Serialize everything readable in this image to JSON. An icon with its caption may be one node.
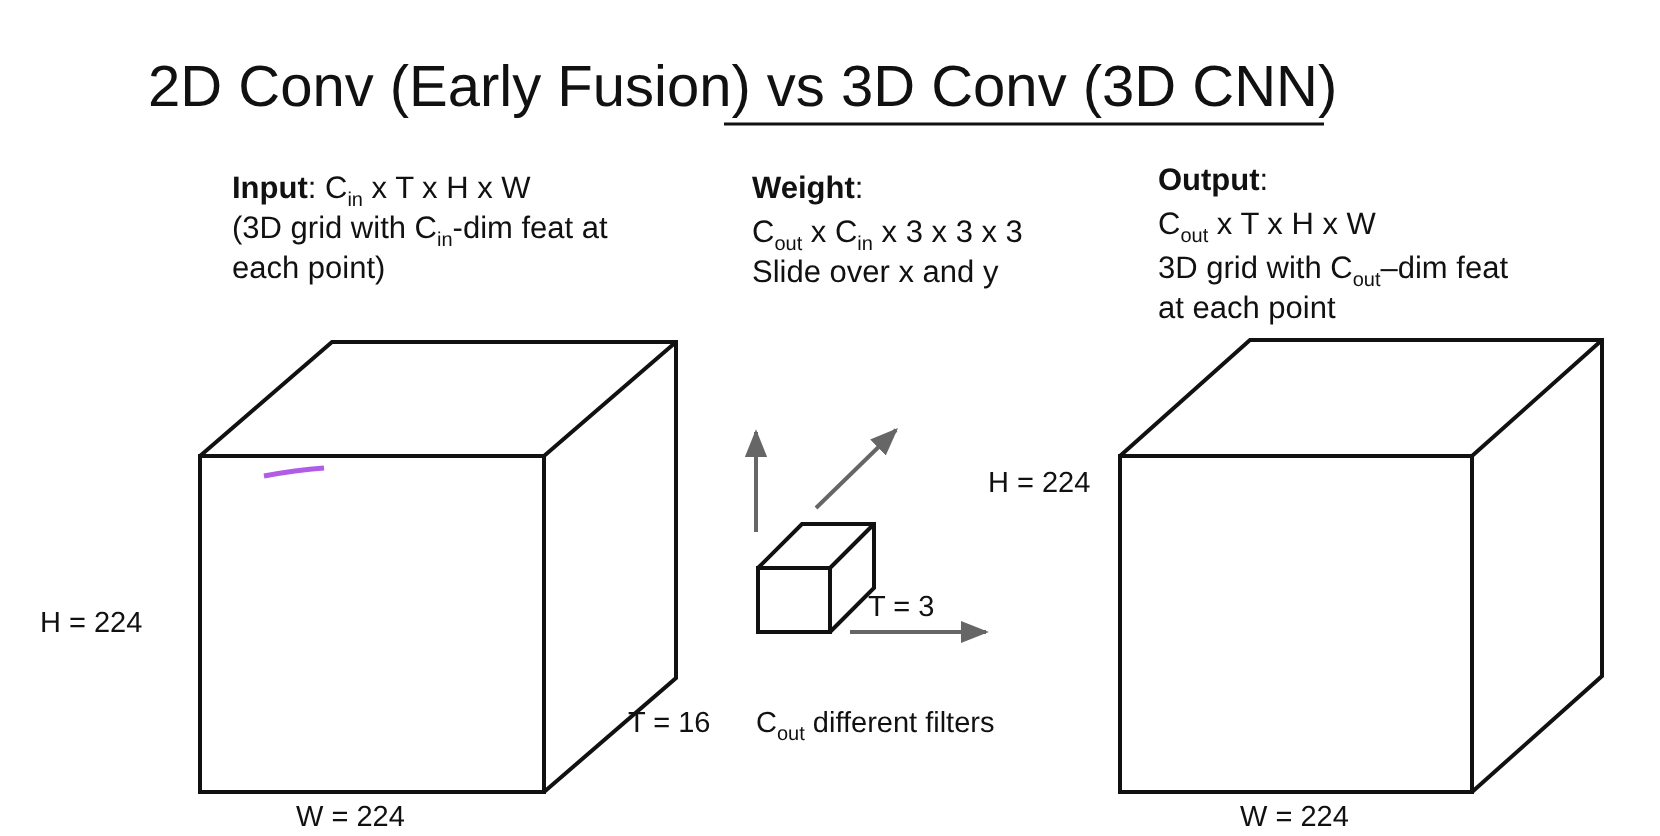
{
  "diagram": {
    "title": "2D Conv (Early Fusion) vs 3D Conv (3D CNN)",
    "labels": [
      "**Input**:  C$_{in}$ x T x H x W",
      "(3D grid with C$_{in}$-dim feat at each point)",
      "**Weight**:",
      "C$_{out}$ x C$_{in}$ x 3 x 3 x 3",
      "Slide over x and y",
      "**Output**:",
      "C$_{out}$ x T x H x W",
      "3D grid with C$_{out}$–dim feat at each point",
      "H = 224",
      "H = 224",
      "T = 3",
      "T = 16",
      "C$_{out}$ different filters",
      "W = 224",
      "W = 224"
    ]
  }
}
